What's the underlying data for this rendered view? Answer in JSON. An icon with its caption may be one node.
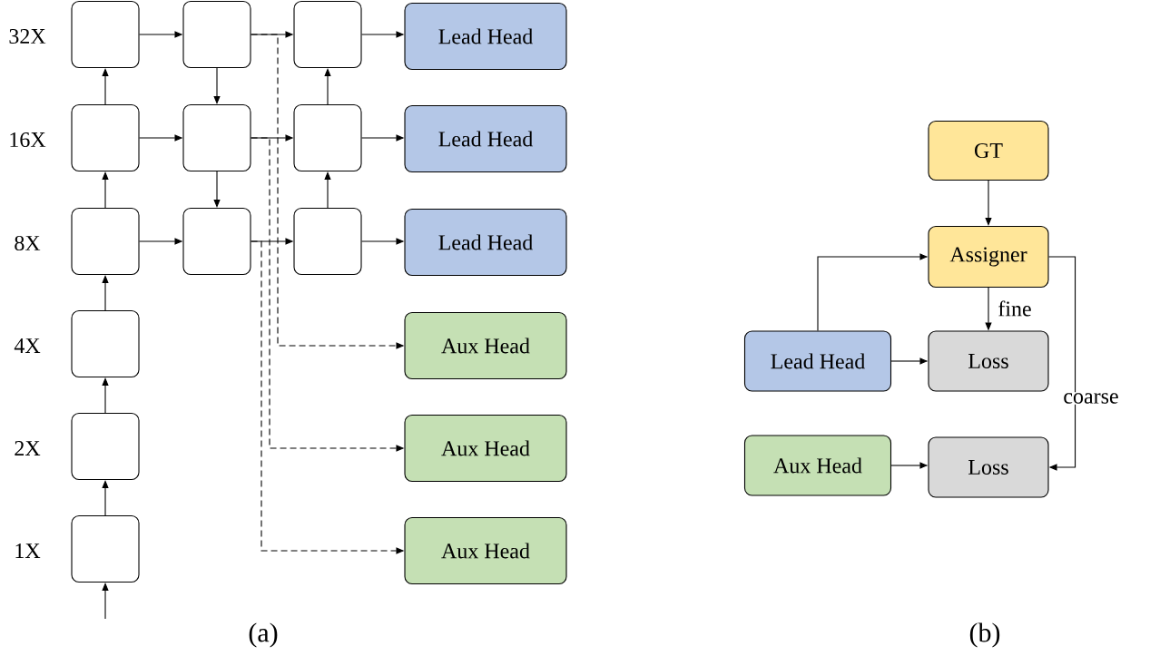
{
  "diagram": {
    "nodes": [
      {
        "text": [],
        "shape": "box"
      },
      {
        "text": [],
        "shape": "box"
      },
      {
        "text": [],
        "shape": "box"
      },
      {
        "text": [
          "Lead Head"
        ]
      },
      {
        "text": [],
        "shape": "box"
      },
      {
        "text": [],
        "shape": "box"
      },
      {
        "text": [],
        "shape": "box"
      },
      {
        "text": [
          "Lead Head"
        ]
      },
      {
        "text": [],
        "shape": "box"
      },
      {
        "text": [],
        "shape": "box"
      },
      {
        "text": [],
        "shape": "box"
      },
      {
        "text": [
          "Lead Head"
        ]
      },
      {
        "text": [],
        "shape": "box"
      },
      {
        "text": [
          "Aux Head"
        ]
      },
      {
        "text": [],
        "shape": "box"
      },
      {
        "text": [
          "Aux Head"
        ]
      },
      {
        "text": [],
        "shape": "box"
      },
      {
        "text": [
          "Aux Head"
        ]
      },
      {
        "text": [
          "GT"
        ]
      },
      {
        "text": [
          "Assigner"
        ]
      },
      {
        "text": [
          "Lead Head"
        ]
      },
      {
        "text": [
          "Loss"
        ]
      },
      {
        "text": [
          "Aux Head"
        ]
      },
      {
        "text": [
          "Loss"
        ]
      }
    ],
    "edges": [
      {
        "from": null,
        "to": 16,
        "arrow": "to"
      },
      {
        "from": 16,
        "to": 14,
        "arrow": "to"
      },
      {
        "from": 14,
        "to": 12,
        "arrow": "to"
      },
      {
        "from": 12,
        "to": 8,
        "arrow": "to"
      },
      {
        "from": 8,
        "to": 4,
        "arrow": "to"
      },
      {
        "from": 4,
        "to": 0,
        "arrow": "to"
      },
      {
        "from": 0,
        "to": 1,
        "arrow": "to"
      },
      {
        "from": 1,
        "to": 2,
        "arrow": "to"
      },
      {
        "from": 2,
        "to": 3,
        "arrow": "to"
      },
      {
        "from": 4,
        "to": 5,
        "arrow": "to"
      },
      {
        "from": 5,
        "to": 6,
        "arrow": "to"
      },
      {
        "from": 6,
        "to": 7,
        "arrow": "to"
      },
      {
        "from": 8,
        "to": 9,
        "arrow": "to"
      },
      {
        "from": 9,
        "to": 10,
        "arrow": "to"
      },
      {
        "from": 10,
        "to": 11,
        "arrow": "to"
      },
      {
        "from": 1,
        "to": 5,
        "arrow": "to"
      },
      {
        "from": 5,
        "to": 9,
        "arrow": "to"
      },
      {
        "from": 10,
        "to": 6,
        "arrow": "to"
      },
      {
        "from": 6,
        "to": 2,
        "arrow": "to"
      },
      {
        "from": 1,
        "to": 13,
        "arrow": "to",
        "style": "dashed"
      },
      {
        "from": 5,
        "to": 15,
        "arrow": "to",
        "style": "dashed"
      },
      {
        "from": 9,
        "to": 17,
        "arrow": "to",
        "style": "dashed"
      },
      {
        "from": 18,
        "to": 19,
        "arrow": "to"
      },
      {
        "from": 20,
        "to": 19,
        "arrow": "to"
      },
      {
        "from": 19,
        "to": 21,
        "arrow": "to",
        "label": "fine"
      },
      {
        "from": 20,
        "to": 21,
        "arrow": "to"
      },
      {
        "from": 22,
        "to": 23,
        "arrow": "to"
      },
      {
        "from": 19,
        "to": 23,
        "arrow": "to",
        "label": "coarse"
      }
    ],
    "labels": [
      "32X",
      "16X",
      "8X",
      "4X",
      "2X",
      "1X",
      "(a)",
      "(b)"
    ]
  }
}
